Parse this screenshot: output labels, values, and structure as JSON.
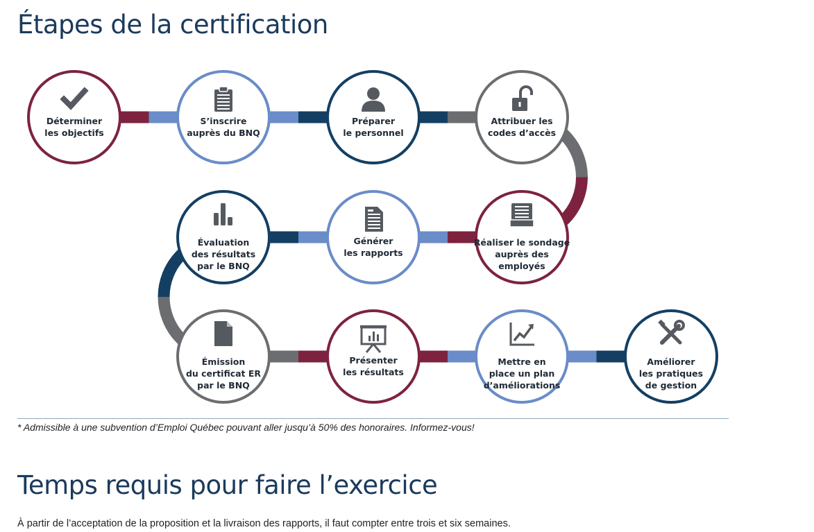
{
  "page": {
    "title": "Étapes de la certification",
    "footnote": "* Admissible à une subvention d’Emploi Québec pouvant aller jusqu’à 50% des honoraires. Informez-vous!",
    "section2_title": "Temps requis pour faire l’exercice",
    "section2_text": "À partir de l’acceptation de la proposition et la livraison des rapports, il faut compter entre trois et six semaines."
  },
  "colors": {
    "maroon": "#7d2340",
    "blue": "#6a8cc8",
    "navy": "#143f63",
    "gray": "#6b6d70",
    "icon": "#555a60"
  },
  "steps": [
    {
      "icon": "check-icon",
      "color": "maroon",
      "lines": [
        "Déterminer",
        "les objectifs"
      ]
    },
    {
      "icon": "clipboard-icon",
      "color": "blue",
      "lines": [
        "S’inscrire",
        "auprès du BNQ"
      ]
    },
    {
      "icon": "person-icon",
      "color": "navy",
      "lines": [
        "Préparer",
        "le personnel"
      ]
    },
    {
      "icon": "padlock-icon",
      "color": "gray",
      "lines": [
        "Attribuer les",
        "codes d’accès"
      ]
    },
    {
      "icon": "survey-tray-icon",
      "color": "maroon",
      "lines": [
        "Réaliser le sondage",
        "auprès des",
        "employés"
      ]
    },
    {
      "icon": "report-document-icon",
      "color": "blue",
      "lines": [
        "Générer",
        "les rapports"
      ]
    },
    {
      "icon": "bar-chart-icon",
      "color": "navy",
      "lines": [
        "Évaluation",
        "des résultats",
        "par le BNQ"
      ]
    },
    {
      "icon": "certificate-document-icon",
      "color": "gray",
      "lines": [
        "Émission",
        "du certificat ER",
        "par le BNQ"
      ]
    },
    {
      "icon": "presentation-board-icon",
      "color": "maroon",
      "lines": [
        "Présenter",
        "les résultats"
      ]
    },
    {
      "icon": "rising-line-chart-icon",
      "color": "blue",
      "lines": [
        "Mettre en",
        "place un plan",
        "d’améliorations"
      ]
    },
    {
      "icon": "tools-icon",
      "color": "navy",
      "lines": [
        "Améliorer",
        "les pratiques",
        "de gestion"
      ]
    }
  ]
}
